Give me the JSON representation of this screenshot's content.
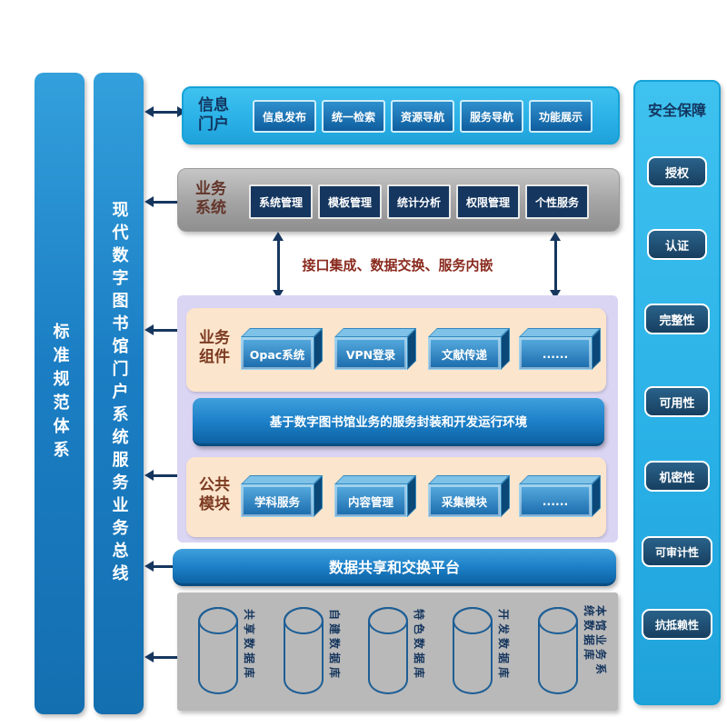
{
  "left_bars": {
    "standards": "标准规范体系",
    "bus": "现代数字图书馆门户系统服务业务总线"
  },
  "info_portal": {
    "title": "信息门户",
    "buttons": [
      "信息发布",
      "统一检索",
      "资源导航",
      "服务导航",
      "功能展示"
    ]
  },
  "business_system": {
    "title": "业务系统",
    "buttons": [
      "系统管理",
      "模板管理",
      "统计分析",
      "权限管理",
      "个性服务"
    ]
  },
  "integration_caption": "接口集成、数据交换、服务内嵌",
  "components": {
    "title": "业务组件",
    "boxes": [
      "Opac系统",
      "VPN登录",
      "文献传递",
      "......"
    ]
  },
  "service_env_bar": "基于数字图书馆业务的服务封装和开发运行环境",
  "public_modules": {
    "title": "公共模块",
    "boxes": [
      "学科服务",
      "内容管理",
      "采集模块",
      "......"
    ]
  },
  "exchange_platform_bar": "数据共享和交换平台",
  "databases": [
    "共享数据库",
    "自建数据库",
    "特色数据库",
    "开发数据库",
    "本馆业务系统数据库"
  ],
  "security": {
    "title": "安全保障",
    "items": [
      "授权",
      "认证",
      "完整性",
      "可用性",
      "机密性",
      "可审计性",
      "抗抵赖性"
    ]
  },
  "colors": {
    "cyan_panel": "#29b0e6",
    "blue_bar": "#1b7ec6",
    "gray_panel": "#a3a3a3",
    "lavender_panel": "#dbd5f4",
    "peach_panel": "#fbe5cc",
    "navy_button": "#14365f",
    "navy_arrow": "#16365e",
    "maroon_title": "#7c3b22",
    "white_text": "#ffffff"
  }
}
